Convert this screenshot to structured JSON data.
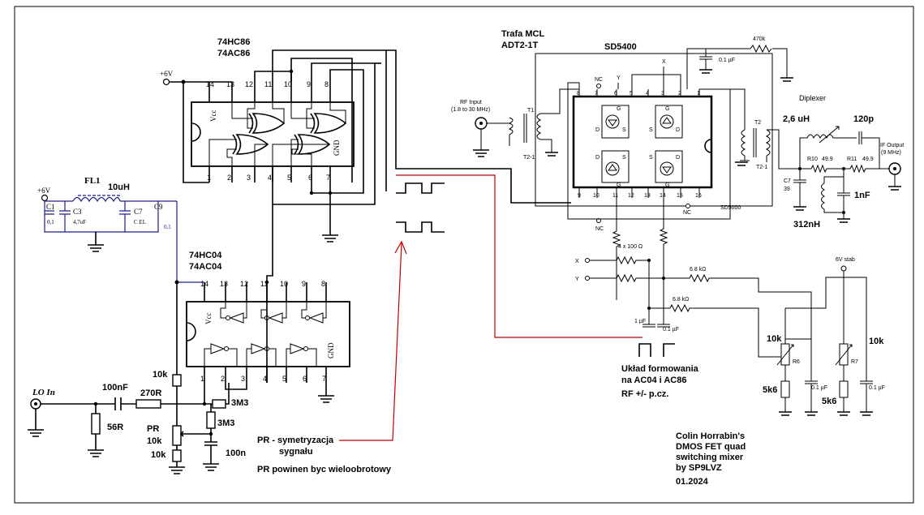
{
  "labels": {
    "chip1_line1": "74HC86",
    "chip1_line2": "74AC86",
    "chip2_line1": "74HC04",
    "chip2_line2": "74AC04",
    "trafa_line1": "Trafa MCL",
    "trafa_line2": "ADT2-1T",
    "sd5400": "SD5400",
    "sd5000": "SD5000",
    "vcc": "Vcc",
    "gnd": "GND",
    "plus6v_top": "+6V",
    "plus6v_left": "+6V",
    "fl1": "FL1",
    "ind_10uh": "10uH",
    "c1": "C1",
    "c1_val": "0,1",
    "c3": "C3",
    "c3_val": "4,7uF",
    "c7": "C7",
    "c7_val": "C EL",
    "c9": "C9",
    "c9_val": "0,1",
    "lo_in": "LO In",
    "cap_100nf": "100nF",
    "res_270r": "270R",
    "res_56r": "56R",
    "res_10k": "10k",
    "res_3m3_a": "3M3",
    "res_3m3_b": "3M3",
    "pr_label": "PR",
    "pr_10k": "10k",
    "res_10k_b": "10k",
    "cap_100n": "100n",
    "note_pr_1": "PR - symetryzacja",
    "note_pr_2": "sygnału",
    "note_pr_3": "PR powinen byc wieloobrotowy",
    "rf_input_1": "RF Input",
    "rf_input_2": "(1.8 to 30 MHz)",
    "t1": "T1",
    "t2_1_left": "T2-1",
    "t2": "T2",
    "t2_1_right": "T2-1",
    "cap_01uf_top": "0.1 µF",
    "res_470k": "470k",
    "diplexer": "Diplexer",
    "ind_26uh": "2,6 uH",
    "cap_120p": "120p",
    "if_output_1": "IF Output",
    "if_output_2": "(9 MHz)",
    "r10": "R10",
    "r10_val": "49.9",
    "r11": "R11",
    "r11_val": "49.9",
    "c7r": "C7",
    "c7r_val": "39",
    "cap_1nf": "1nF",
    "ind_312nh": "312nH",
    "nc1": "NC",
    "nc2": "NC",
    "nc3": "NC",
    "x_top": "X",
    "y_top": "Y",
    "res_4x100": "4 x 100 Ω",
    "x_in": "X",
    "y_in": "Y",
    "res_68k_a": "6.8 kΩ",
    "res_68k_b": "6.8 kΩ",
    "cap_1uf": "1 µF",
    "cap_01uf_mid": "0.1 µF",
    "stab_6v": "6V stab",
    "r6_10k": "10k",
    "r6": "R6",
    "r7": "R7",
    "r7_10k": "10k",
    "r6_5k6": "5k6",
    "r7_5k6": "5k6",
    "cap_01uf_r1": "0.1 µF",
    "cap_01uf_r2": "0.1 µF",
    "shaper_1": "Układ  formowania",
    "shaper_2": "na AC04 i AC86",
    "shaper_3": "RF +/- p.cz.",
    "credit_1": "Colin Horrabin's",
    "credit_2": "DMOS FET quad",
    "credit_3": "switching mixer",
    "credit_4": "by SP9LVZ",
    "credit_5": "01.2024"
  },
  "pins": {
    "chip1_top": [
      "14",
      "13",
      "12",
      "11",
      "10",
      "9",
      "8"
    ],
    "chip1_bottom": [
      "1",
      "2",
      "3",
      "4",
      "5",
      "6",
      "7"
    ],
    "chip2_top": [
      "14",
      "13",
      "12",
      "11",
      "10",
      "9",
      "8"
    ],
    "chip2_bottom": [
      "1",
      "2",
      "3",
      "4",
      "5",
      "6",
      "7"
    ],
    "sd_top": [
      "8",
      "7",
      "6",
      "5",
      "4",
      "3",
      "2",
      "1"
    ],
    "sd_bottom": [
      "9",
      "10",
      "11",
      "12",
      "13",
      "14",
      "15",
      "16"
    ],
    "fet_gate": "G",
    "fet_drain": "D",
    "fet_source": "S"
  },
  "colors": {
    "wire": "#000000",
    "supply_wire": "#1d1d8c",
    "annotation": "#c00000"
  }
}
